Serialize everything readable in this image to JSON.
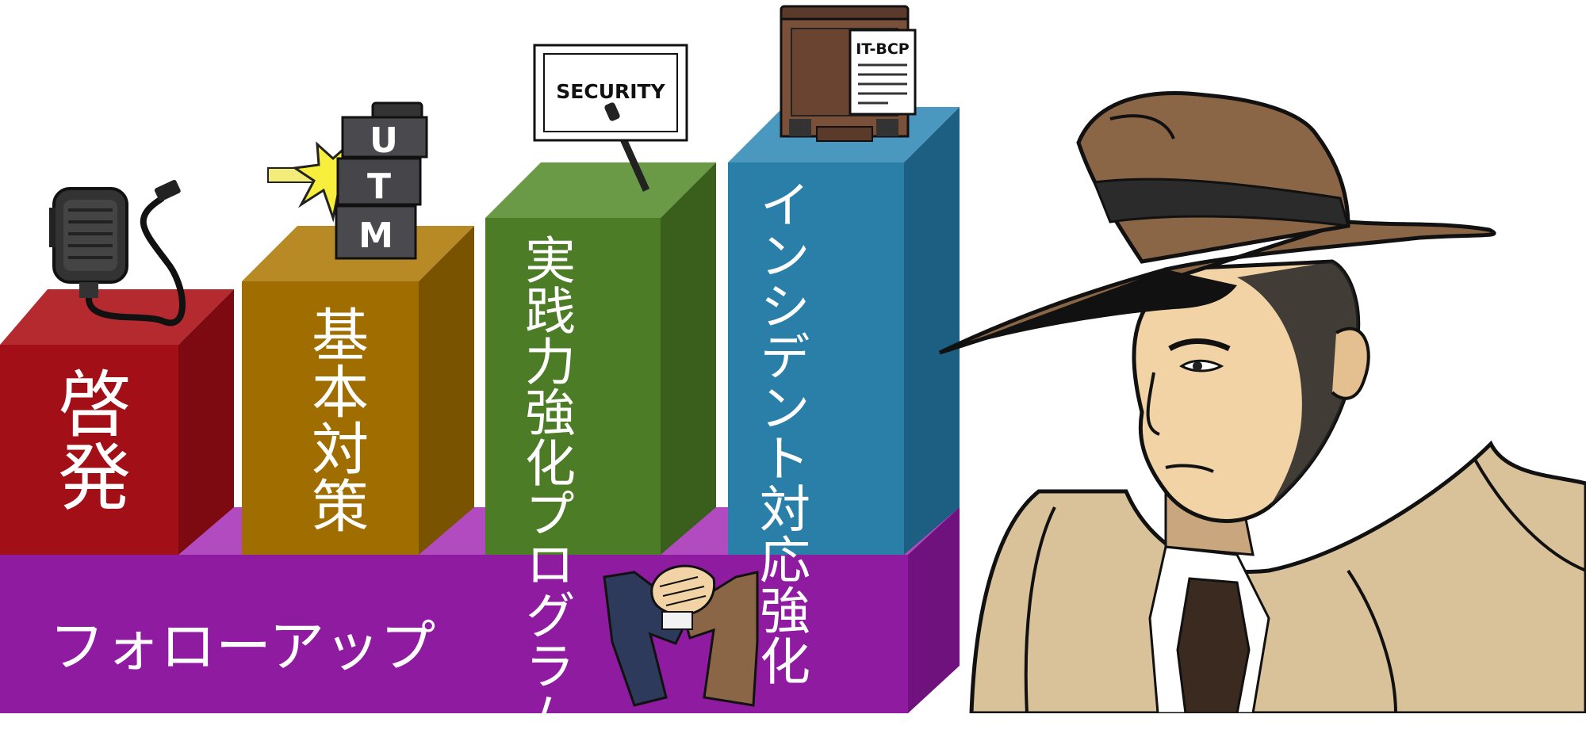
{
  "platform": {
    "label": "フォローアップ",
    "color": "#8e1ba0"
  },
  "blocks": [
    {
      "label": "啓発",
      "color": "#a30f17"
    },
    {
      "label": "基本対策",
      "color": "#a06d00"
    },
    {
      "label": "実践力強化プログラム",
      "color": "#4d7c26"
    },
    {
      "label": "インシデント対応強化",
      "color": "#2a7fa9"
    }
  ],
  "props": {
    "utm_letters": "UTM",
    "sign_text": "SECURITY",
    "document_title": "IT-BCP"
  },
  "icons": [
    "radio-microphone-icon",
    "utm-appliance-icon",
    "security-sign-icon",
    "briefcase-icon",
    "handshake-icon",
    "detective-illustration"
  ]
}
